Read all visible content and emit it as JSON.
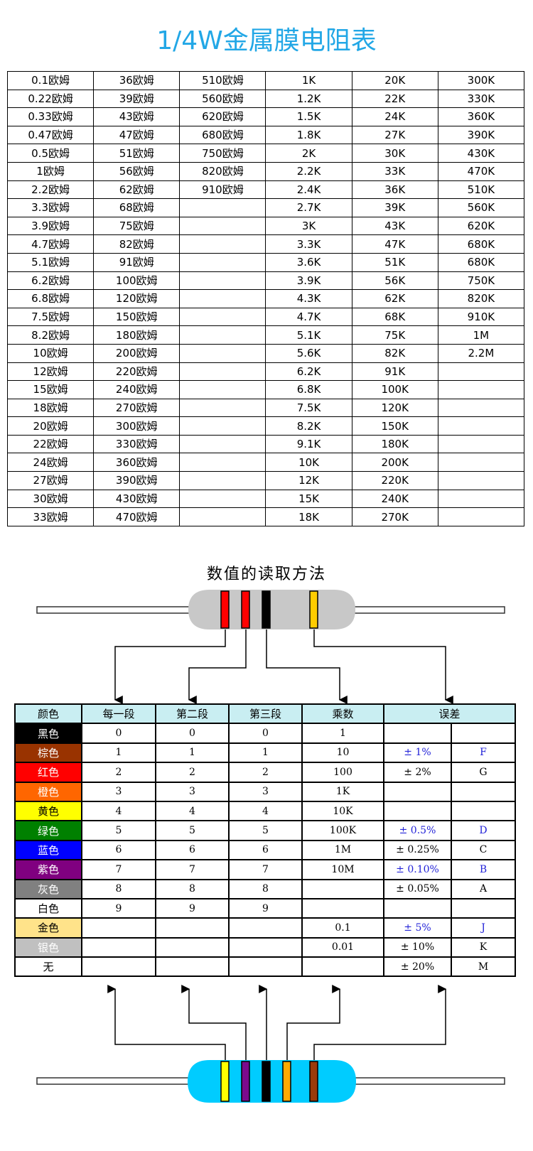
{
  "title": "1/4W金属膜电阻表",
  "resistor_table": {
    "columns": [
      [
        "0.1欧姆",
        "0.22欧姆",
        "0.33欧姆",
        "0.47欧姆",
        "0.5欧姆",
        "1欧姆",
        "2.2欧姆",
        "3.3欧姆",
        "3.9欧姆",
        "4.7欧姆",
        "5.1欧姆",
        "6.2欧姆",
        "6.8欧姆",
        "7.5欧姆",
        "8.2欧姆",
        "10欧姆",
        "12欧姆",
        "15欧姆",
        "18欧姆",
        "20欧姆",
        "22欧姆",
        "24欧姆",
        "27欧姆",
        "30欧姆",
        "33欧姆"
      ],
      [
        "36欧姆",
        "39欧姆",
        "43欧姆",
        "47欧姆",
        "51欧姆",
        "56欧姆",
        "62欧姆",
        "68欧姆",
        "75欧姆",
        "82欧姆",
        "91欧姆",
        "100欧姆",
        "120欧姆",
        "150欧姆",
        "180欧姆",
        "200欧姆",
        "220欧姆",
        "240欧姆",
        "270欧姆",
        "300欧姆",
        "330欧姆",
        "360欧姆",
        "390欧姆",
        "430欧姆",
        "470欧姆"
      ],
      [
        "510欧姆",
        "560欧姆",
        "620欧姆",
        "680欧姆",
        "750欧姆",
        "820欧姆",
        "910欧姆",
        "",
        "",
        "",
        "",
        "",
        "",
        "",
        "",
        "",
        "",
        "",
        "",
        "",
        "",
        "",
        "",
        "",
        ""
      ],
      [
        "1K",
        "1.2K",
        "1.5K",
        "1.8K",
        "2K",
        "2.2K",
        "2.4K",
        "2.7K",
        "3K",
        "3.3K",
        "3.6K",
        "3.9K",
        "4.3K",
        "4.7K",
        "5.1K",
        "5.6K",
        "6.2K",
        "6.8K",
        "7.5K",
        "8.2K",
        "9.1K",
        "10K",
        "12K",
        "15K",
        "18K"
      ],
      [
        "20K",
        "22K",
        "24K",
        "27K",
        "30K",
        "33K",
        "36K",
        "39K",
        "43K",
        "47K",
        "51K",
        "56K",
        "62K",
        "68K",
        "75K",
        "82K",
        "91K",
        "100K",
        "120K",
        "150K",
        "180K",
        "200K",
        "220K",
        "240K",
        "270K"
      ],
      [
        "300K",
        "330K",
        "360K",
        "390K",
        "430K",
        "470K",
        "510K",
        "560K",
        "620K",
        "680K",
        "680K",
        "750K",
        "820K",
        "910K",
        "1M",
        "2.2M",
        "",
        "",
        "",
        "",
        "",
        "",
        "",
        "",
        ""
      ]
    ]
  },
  "reading_title": "数值的读取方法",
  "top_resistor": {
    "body_color": "#c8c8c8",
    "bands": [
      "#ff0000",
      "#ff0000",
      "#000000",
      "#ffcc00"
    ]
  },
  "bottom_resistor": {
    "body_color": "#00ccff",
    "bands": [
      "#ffff00",
      "#7b0b8d",
      "#000000",
      "#ffaa00",
      "#9b3b0b"
    ]
  },
  "color_code_table": {
    "headers": [
      "颜色",
      "每一段",
      "第二段",
      "第三段",
      "乘数",
      "误差"
    ],
    "rows": [
      {
        "name": "黑色",
        "bg": "#000000",
        "fg": "#ffffff",
        "d1": "0",
        "d2": "0",
        "d3": "0",
        "mult": "1",
        "tol": "",
        "code": "",
        "blue": false
      },
      {
        "name": "棕色",
        "bg": "#993300",
        "fg": "#ffffff",
        "d1": "1",
        "d2": "1",
        "d3": "1",
        "mult": "10",
        "tol": "± 1%",
        "code": "F",
        "blue": true
      },
      {
        "name": "红色",
        "bg": "#ff0000",
        "fg": "#ffffff",
        "d1": "2",
        "d2": "2",
        "d3": "2",
        "mult": "100",
        "tol": "± 2%",
        "code": "G",
        "blue": false
      },
      {
        "name": "橙色",
        "bg": "#ff6600",
        "fg": "#ffffff",
        "d1": "3",
        "d2": "3",
        "d3": "3",
        "mult": "1K",
        "tol": "",
        "code": "",
        "blue": false
      },
      {
        "name": "黄色",
        "bg": "#ffff00",
        "fg": "#000000",
        "d1": "4",
        "d2": "4",
        "d3": "4",
        "mult": "10K",
        "tol": "",
        "code": "",
        "blue": false
      },
      {
        "name": "绿色",
        "bg": "#008000",
        "fg": "#ffffff",
        "d1": "5",
        "d2": "5",
        "d3": "5",
        "mult": "100K",
        "tol": "± 0.5%",
        "code": "D",
        "blue": true
      },
      {
        "name": "蓝色",
        "bg": "#0000ff",
        "fg": "#ffffff",
        "d1": "6",
        "d2": "6",
        "d3": "6",
        "mult": "1M",
        "tol": "± 0.25%",
        "code": "C",
        "blue": false
      },
      {
        "name": "紫色",
        "bg": "#800080",
        "fg": "#ffffff",
        "d1": "7",
        "d2": "7",
        "d3": "7",
        "mult": "10M",
        "tol": "± 0.10%",
        "code": "B",
        "blue": true
      },
      {
        "name": "灰色",
        "bg": "#808080",
        "fg": "#ffffff",
        "d1": "8",
        "d2": "8",
        "d3": "8",
        "mult": "",
        "tol": "± 0.05%",
        "code": "A",
        "blue": false
      },
      {
        "name": "白色",
        "bg": "#ffffff",
        "fg": "#000000",
        "d1": "9",
        "d2": "9",
        "d3": "9",
        "mult": "",
        "tol": "",
        "code": "",
        "blue": false
      },
      {
        "name": "金色",
        "bg": "#ffe38a",
        "fg": "#000000",
        "d1": "",
        "d2": "",
        "d3": "",
        "mult": "0.1",
        "tol": "± 5%",
        "code": "J",
        "blue": true
      },
      {
        "name": "银色",
        "bg": "#c0c0c0",
        "fg": "#ffffff",
        "d1": "",
        "d2": "",
        "d3": "",
        "mult": "0.01",
        "tol": "± 10%",
        "code": "K",
        "blue": false
      },
      {
        "name": "无",
        "bg": "#ffffff",
        "fg": "#000000",
        "d1": "",
        "d2": "",
        "d3": "",
        "mult": "",
        "tol": "± 20%",
        "code": "M",
        "blue": false
      }
    ]
  }
}
